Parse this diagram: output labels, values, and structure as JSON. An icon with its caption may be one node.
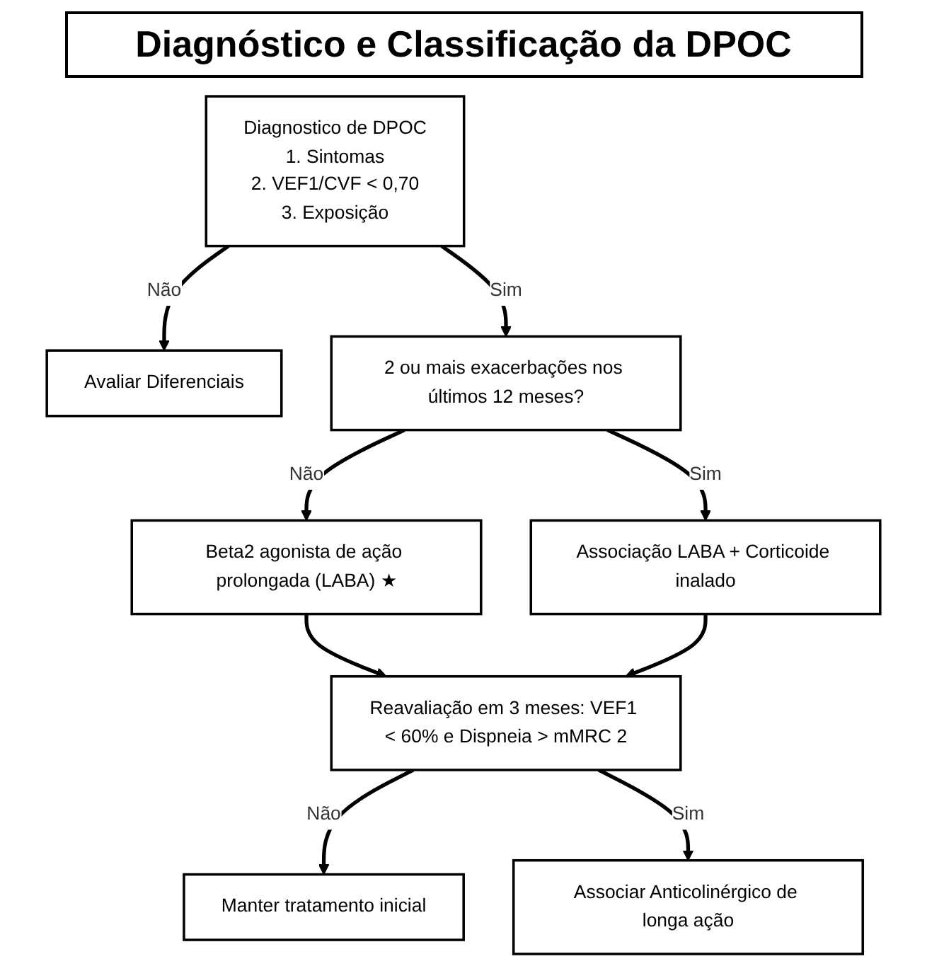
{
  "diagram": {
    "title": "Diagnóstico e Classificação da DPOC",
    "nodes": [
      {
        "text": [
          "Diagnostico de DPOC",
          "1. Sintomas",
          "2. VEF1/CVF < 0,70",
          "3. Exposição"
        ]
      },
      {
        "text": [
          "Avaliar Diferenciais"
        ]
      },
      {
        "text": [
          "2 ou mais exacerbações nos últimos 12 meses?"
        ]
      },
      {
        "text": [
          "Beta2 agonista de ação prolongada (LABA) ★"
        ]
      },
      {
        "text": [
          "Associação LABA + Corticoide inalado"
        ]
      },
      {
        "text": [
          "Reavaliação em 3 meses: VEF1 < 60% e Dispneia > mMRC 2"
        ]
      },
      {
        "text": [
          "Manter tratamento inicial"
        ]
      },
      {
        "text": [
          "Associar Anticolinérgico de longa ação"
        ]
      }
    ],
    "edges": [
      {
        "from": 0,
        "to": 1,
        "arrow": "to",
        "label": "Não"
      },
      {
        "from": 0,
        "to": 2,
        "arrow": "to",
        "label": "Sim"
      },
      {
        "from": 2,
        "to": 3,
        "arrow": "to",
        "label": "Não"
      },
      {
        "from": 2,
        "to": 4,
        "arrow": "to",
        "label": "Sim"
      },
      {
        "from": 3,
        "to": 5,
        "arrow": "to"
      },
      {
        "from": 4,
        "to": 5,
        "arrow": "to"
      },
      {
        "from": 5,
        "to": 6,
        "arrow": "to",
        "label": "Não"
      },
      {
        "from": 5,
        "to": 7,
        "arrow": "to",
        "label": "Sim"
      }
    ]
  }
}
